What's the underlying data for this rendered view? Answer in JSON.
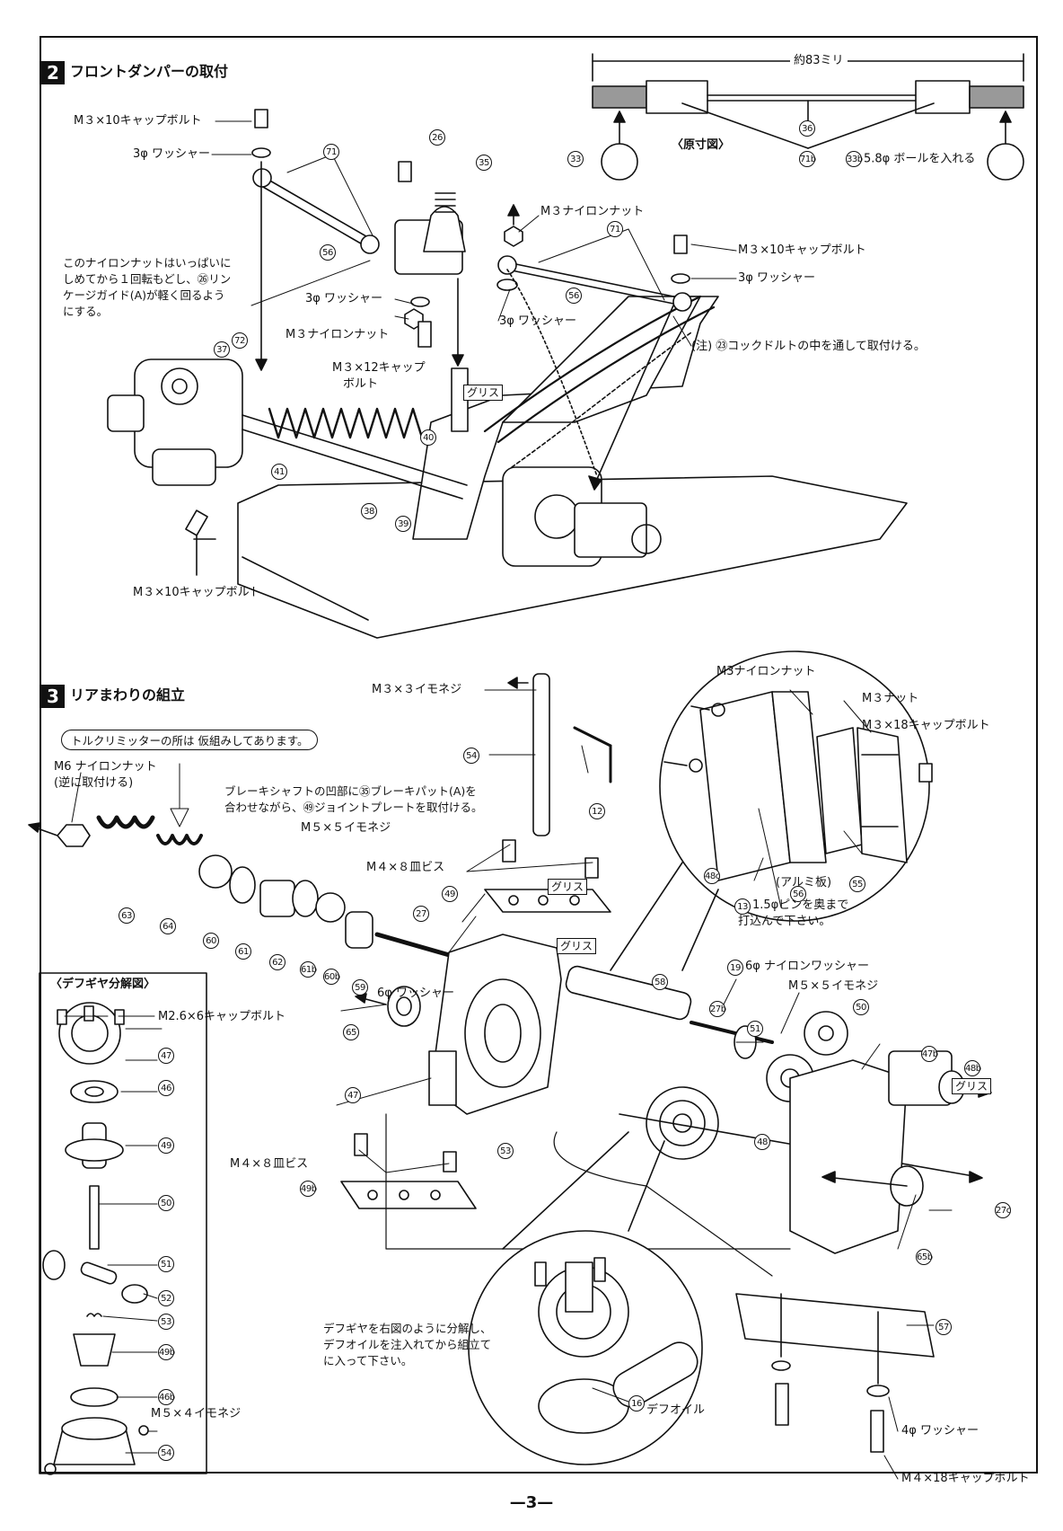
{
  "section2": {
    "number": "2",
    "title": "フロントダンパーの取付",
    "dimension": "約83ミリ",
    "full_size_label": "〈原寸図〉",
    "ball_note": "5.8φ ボールを入れる",
    "labels": {
      "m3x10_top": "M３×10キャップボルト",
      "washer_top": "3φ ワッシャー",
      "m3_nylon_nut_right": "M３ナイロンナット",
      "m3x10_right": "M３×10キャップボルト",
      "washer_right": "3φ ワッシャー",
      "washer_mid": "3φ ワッシャー",
      "m3_nylon_nut_left": "M３ナイロンナット",
      "washer_center": "3φ ワッシャー",
      "m3x12_line1": "M３×12キャップ",
      "m3x12_line2": "ボルト",
      "grease": "グリス",
      "note_cockdolt": "(注) ㉓コックドルトの中を通して取付ける。",
      "m3x10_bottom": "M３×10キャップボルト"
    },
    "nylon_nut_note": [
      "このナイロンナットはいっぱいに",
      "しめてから１回転もどし、㉖リン",
      "ケージガイド(A)が軽く回るよう",
      "にする。"
    ]
  },
  "section3": {
    "number": "3",
    "title": "リアまわりの組立",
    "torque_note": "トルクリミッターの所は 仮組みしてあります。",
    "labels": {
      "m3x3_set": "M３×３イモネジ",
      "m6_nut_line1": "M6 ナイロンナット",
      "m6_nut_line2": "(逆に取付ける)",
      "m5x5_set_left": "M５×５イモネジ",
      "m4x8_top": "M４×８皿ビス",
      "grease1": "グリス",
      "grease2": "グリス",
      "grease3": "グリス",
      "washer6": "6φ ワッシャー",
      "nylon_washer6": "6φ ナイロンワッシャー",
      "m5x5_set_right": "M５×５イモネジ",
      "m4x8_bottom": "M４×８皿ビス",
      "m3_nylon_nut": "M3ナイロンナット",
      "m3_nut": "M３ナット",
      "m3x18": "M３×18キャップボルト",
      "aluminum": "(アルミ板)",
      "pin_line1": "1.5φピンを奥まで",
      "pin_line2": "打込んで下さい。",
      "washer4": "4φ ワッシャー",
      "m4x18": "M４×18キャップボルト",
      "diff_oil": "デフオイル"
    },
    "brake_note": [
      "ブレーキシャフトの凹部に㉟ブレーキパット(A)を",
      "合わせながら、㊾ジョイントプレートを取付ける。"
    ],
    "diff_note": [
      "デフギヤを右図のように分解し、",
      "デフオイルを注入れてから組立て",
      "に入って下さい。"
    ]
  },
  "diff_exploded": {
    "title": "〈デフギヤ分解図〉",
    "m26x6": "M2.6×6キャップボルト",
    "m5x4": "M５×４イモネジ"
  },
  "part_numbers": {
    "s2": [
      "71",
      "26",
      "35",
      "56",
      "72",
      "37",
      "41",
      "38",
      "39",
      "40",
      "33",
      "36",
      "71b",
      "33b"
    ],
    "s3": [
      "54",
      "12",
      "63",
      "64",
      "60",
      "61",
      "62",
      "61b",
      "60b",
      "59",
      "27",
      "49",
      "65",
      "47",
      "53",
      "49b",
      "58",
      "27b",
      "19",
      "51",
      "50",
      "48",
      "47b",
      "48b",
      "27c",
      "65b",
      "57",
      "56",
      "55",
      "13",
      "16",
      "48c"
    ],
    "diff": [
      "47",
      "46",
      "49",
      "50",
      "51",
      "52",
      "53",
      "49b",
      "46b",
      "54"
    ]
  },
  "page_number": "—3—"
}
